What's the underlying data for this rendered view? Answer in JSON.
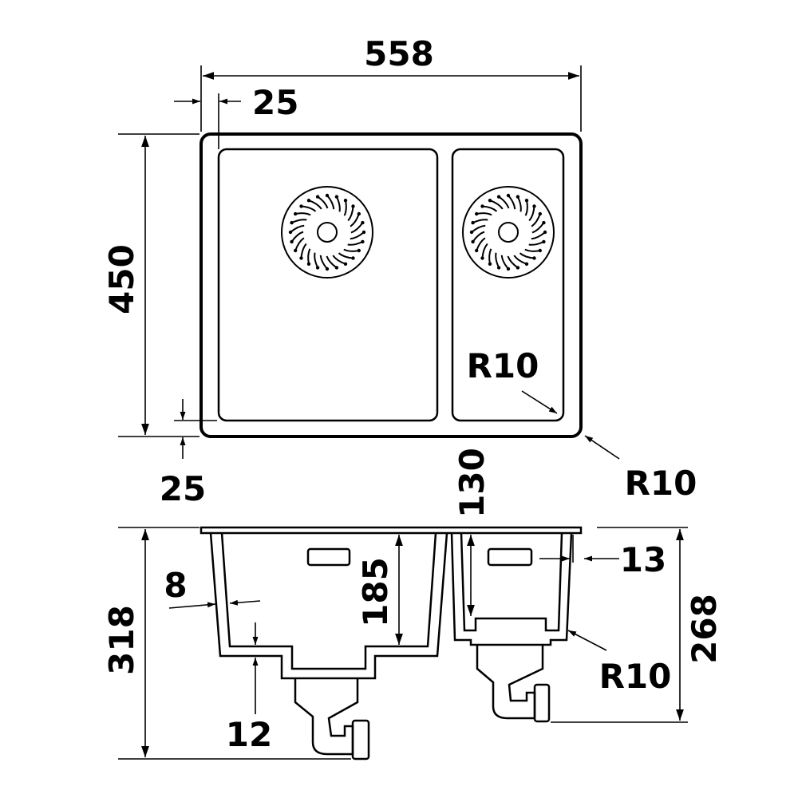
{
  "colors": {
    "line": "#000000",
    "background": "#ffffff"
  },
  "dimensions": {
    "top_width": "558",
    "top_rim_left": "25",
    "top_height": "450",
    "top_rim_bottom": "25",
    "small_bowl_radius": "R10",
    "outer_radius": "R10",
    "small_bowl_width": "130",
    "side_wall": "8",
    "total_depth": "318",
    "main_bowl_depth": "185",
    "bottom_thickness": "12",
    "rim_thickness": "13",
    "small_bowl_depth": "268",
    "small_bowl_bottom_radius": "R10"
  }
}
